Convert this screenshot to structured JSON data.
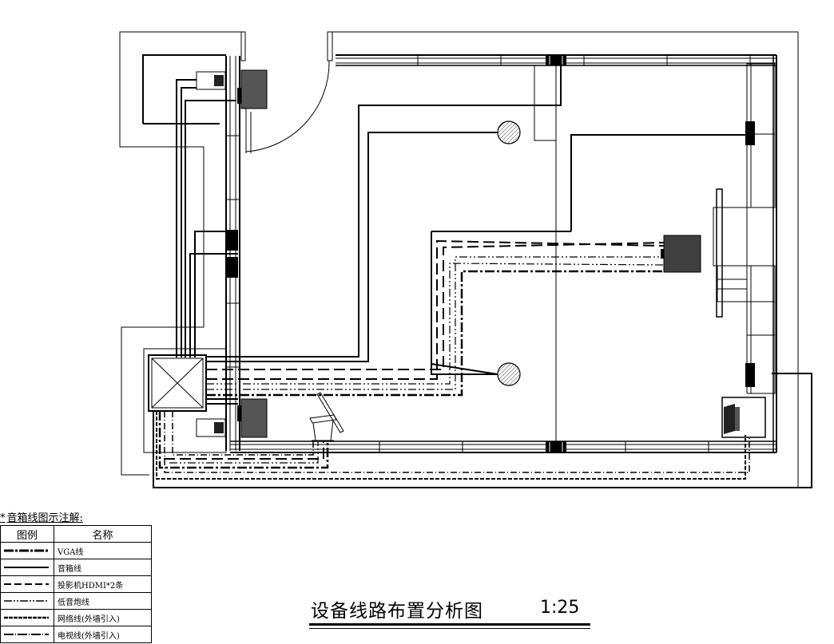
{
  "legend": {
    "title": "音箱线图示注解:",
    "headers": {
      "symbol": "图例",
      "name": "名称"
    },
    "items": [
      {
        "name": "VGA线",
        "pattern": "dash-dot-thick"
      },
      {
        "name": "音箱线",
        "pattern": "solid"
      },
      {
        "name": "投影机HDMI*2条",
        "pattern": "long-dash"
      },
      {
        "name": "低音炮线",
        "pattern": "dash-dot-dot"
      },
      {
        "name": "网络线(外墙引入)",
        "pattern": "dense-dash"
      },
      {
        "name": "电视线(外墙引入)",
        "pattern": "dash-long-dot"
      }
    ]
  },
  "drawing": {
    "title": "设备线路布置分析图",
    "scale": "1:25"
  },
  "colors": {
    "line": "#000000",
    "equipment_fill": "#404040",
    "ceiling_speaker_fill": "#c8c8c8"
  },
  "icons": {
    "ceiling_speaker": "ceiling-speaker-icon",
    "projector": "projector-icon",
    "wall_speaker": "wall-speaker-icon",
    "equipment_box": "equipment-cabinet-icon"
  }
}
